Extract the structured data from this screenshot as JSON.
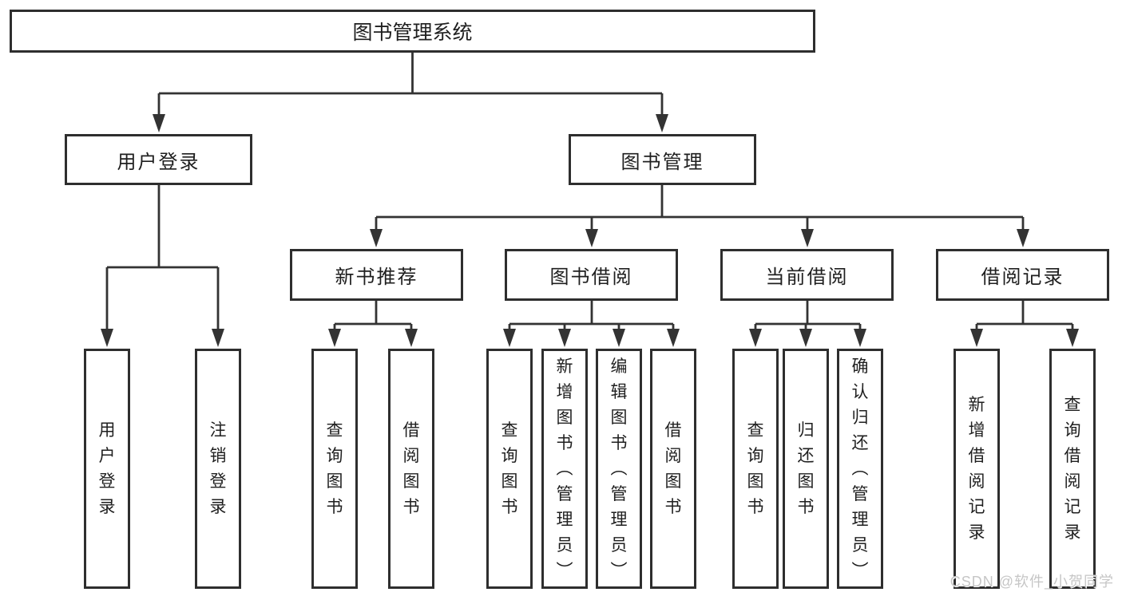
{
  "diagram": {
    "title": "图书管理系统",
    "type": "hierarchy-diagram",
    "colors": {
      "line": "#333333",
      "box_border": "#2e2e2e",
      "box_fill": "#ffffff",
      "text": "#1f1f1f",
      "watermark": "#c6c6c6",
      "background": "#ffffff"
    },
    "tree": {
      "label": "图书管理系统",
      "children": [
        {
          "label": "用户登录",
          "children": [
            {
              "label": "用户登录"
            },
            {
              "label": "注销登录"
            }
          ]
        },
        {
          "label": "图书管理",
          "children": [
            {
              "label": "新书推荐",
              "children": [
                {
                  "label": "查询图书"
                },
                {
                  "label": "借阅图书"
                }
              ]
            },
            {
              "label": "图书借阅",
              "children": [
                {
                  "label": "查询图书"
                },
                {
                  "label": "新增图书（管理员）"
                },
                {
                  "label": "编辑图书（管理员）"
                },
                {
                  "label": "借阅图书"
                }
              ]
            },
            {
              "label": "当前借阅",
              "children": [
                {
                  "label": "查询图书"
                },
                {
                  "label": "归还图书"
                },
                {
                  "label": "确认归还（管理员）"
                }
              ]
            },
            {
              "label": "借阅记录",
              "children": [
                {
                  "label": "新增借阅记录"
                },
                {
                  "label": "查询借阅记录"
                }
              ]
            }
          ]
        }
      ]
    },
    "watermark": "CSDN @软件_小贺同学"
  }
}
